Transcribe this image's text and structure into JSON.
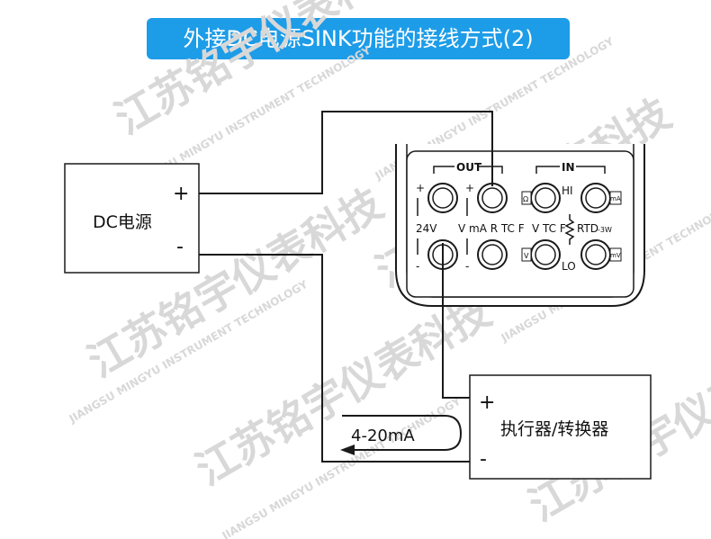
{
  "title": "外接DC电源SINK功能的接线方式(2)",
  "watermark": {
    "company_cn": "江苏铭宇仪表科技",
    "company_en": "JIANGSU MINGYU INSTRUMENT TECHNOLOGY"
  },
  "dc_source": {
    "label": "DC电源",
    "plus": "+",
    "minus": "-"
  },
  "actuator": {
    "label": "执行器/转换器",
    "plus": "+",
    "minus": "-"
  },
  "loop_current": {
    "label": "4-20mA"
  },
  "instrument": {
    "out_group": "OUT",
    "in_group": "IN",
    "plus_left": "+",
    "plus_mid": "+",
    "minus_left": "-",
    "minus_mid": "-",
    "v24": "24V",
    "out_func": "V mA R TC F",
    "in_func": "V TC F",
    "rtd": "RTD",
    "rtd_wire": "-3W",
    "hi": "HI",
    "lo": "LO",
    "term_omega": "Ω",
    "term_ma": "mA",
    "term_v": "V",
    "term_mv": "mV"
  },
  "colors": {
    "banner": "#1d9ce8",
    "line": "#1a1a1a",
    "watermark": "#d8d8d8"
  }
}
